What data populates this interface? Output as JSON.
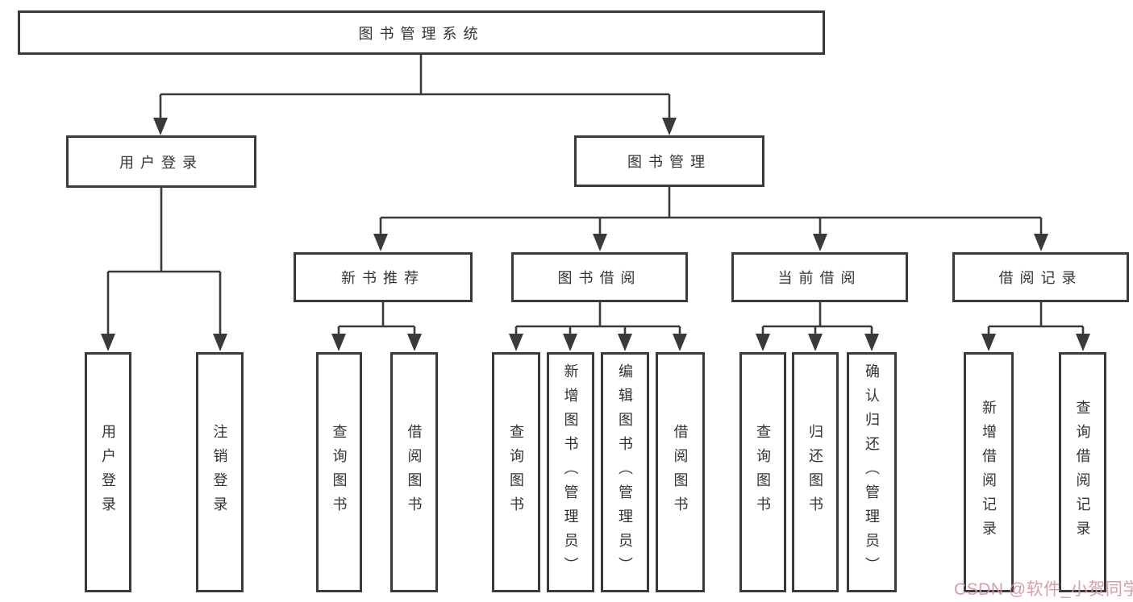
{
  "tree": {
    "label": "图书管理系统",
    "children": [
      {
        "label": "用户登录",
        "children": [
          {
            "label": "用户登录"
          },
          {
            "label": "注销登录"
          }
        ]
      },
      {
        "label": "图书管理",
        "children": [
          {
            "label": "新书推荐",
            "children": [
              {
                "label": "查询图书"
              },
              {
                "label": "借阅图书"
              }
            ]
          },
          {
            "label": "图书借阅",
            "children": [
              {
                "label": "查询图书"
              },
              {
                "label": "新增图书（管理员）"
              },
              {
                "label": "编辑图书（管理员）"
              },
              {
                "label": "借阅图书"
              }
            ]
          },
          {
            "label": "当前借阅",
            "children": [
              {
                "label": "查询图书"
              },
              {
                "label": "归还图书"
              },
              {
                "label": "确认归还（管理员）"
              }
            ]
          },
          {
            "label": "借阅记录",
            "children": [
              {
                "label": "新增借阅记录"
              },
              {
                "label": "查询借阅记录"
              }
            ]
          }
        ]
      }
    ]
  },
  "watermark": {
    "text": "CSDN @软件_小贺同学"
  },
  "colors": {
    "line": "#3a3a3a",
    "text": "#333333",
    "watermark": "#d795a0",
    "background": "#ffffff"
  }
}
